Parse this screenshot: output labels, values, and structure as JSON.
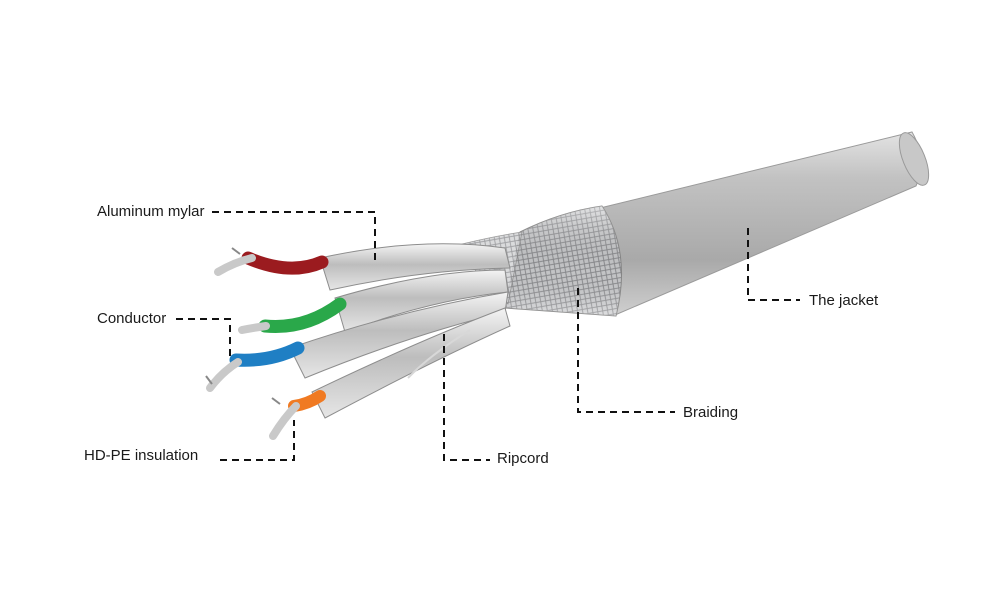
{
  "labels": {
    "aluminum_mylar": "Aluminum mylar",
    "conductor": "Conductor",
    "hdpe_insulation": "HD-PE insulation",
    "ripcord": "Ripcord",
    "braiding": "Braiding",
    "jacket": "The jacket"
  },
  "colors": {
    "jacket": "#b3b3b3",
    "braid": "#cfd0d2",
    "pair_red": "#9b1b1f",
    "pair_green": "#2aa84a",
    "pair_blue": "#1f7fc4",
    "pair_orange": "#f07a22",
    "leader_line": "#111111"
  }
}
